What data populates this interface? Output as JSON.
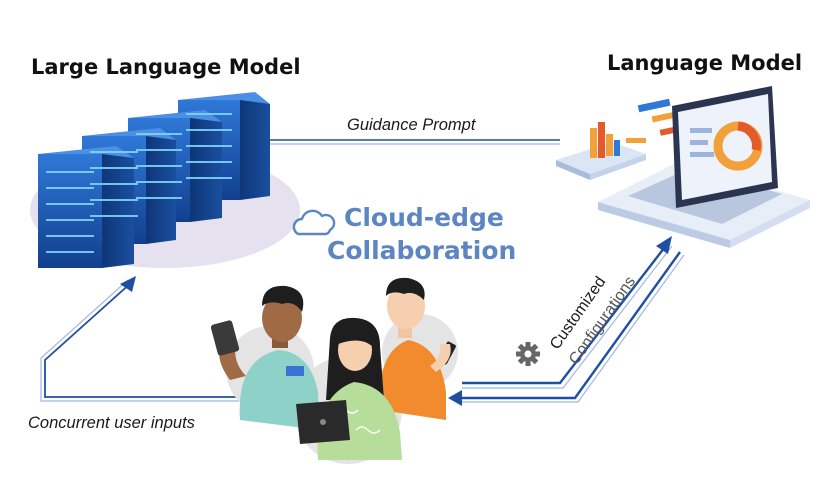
{
  "titles": {
    "large_model": "Large Language Model",
    "small_model": "Language Model"
  },
  "labels": {
    "guidance_prompt": "Guidance Prompt",
    "concurrent_inputs": "Concurrent user inputs",
    "customized": "Customized",
    "configurations": "Configurations"
  },
  "center": {
    "line1": "Cloud-edge",
    "line2": "Collaboration"
  },
  "icons": [
    "server-rack-icon",
    "laptop-icon",
    "tablet-chart-icon",
    "cloud-icon",
    "gear-icon",
    "people-group-illustration"
  ],
  "colors": {
    "arrow": "#1f4fa3",
    "text_blue": "#5b86c2",
    "server": "#1c5ab0"
  }
}
